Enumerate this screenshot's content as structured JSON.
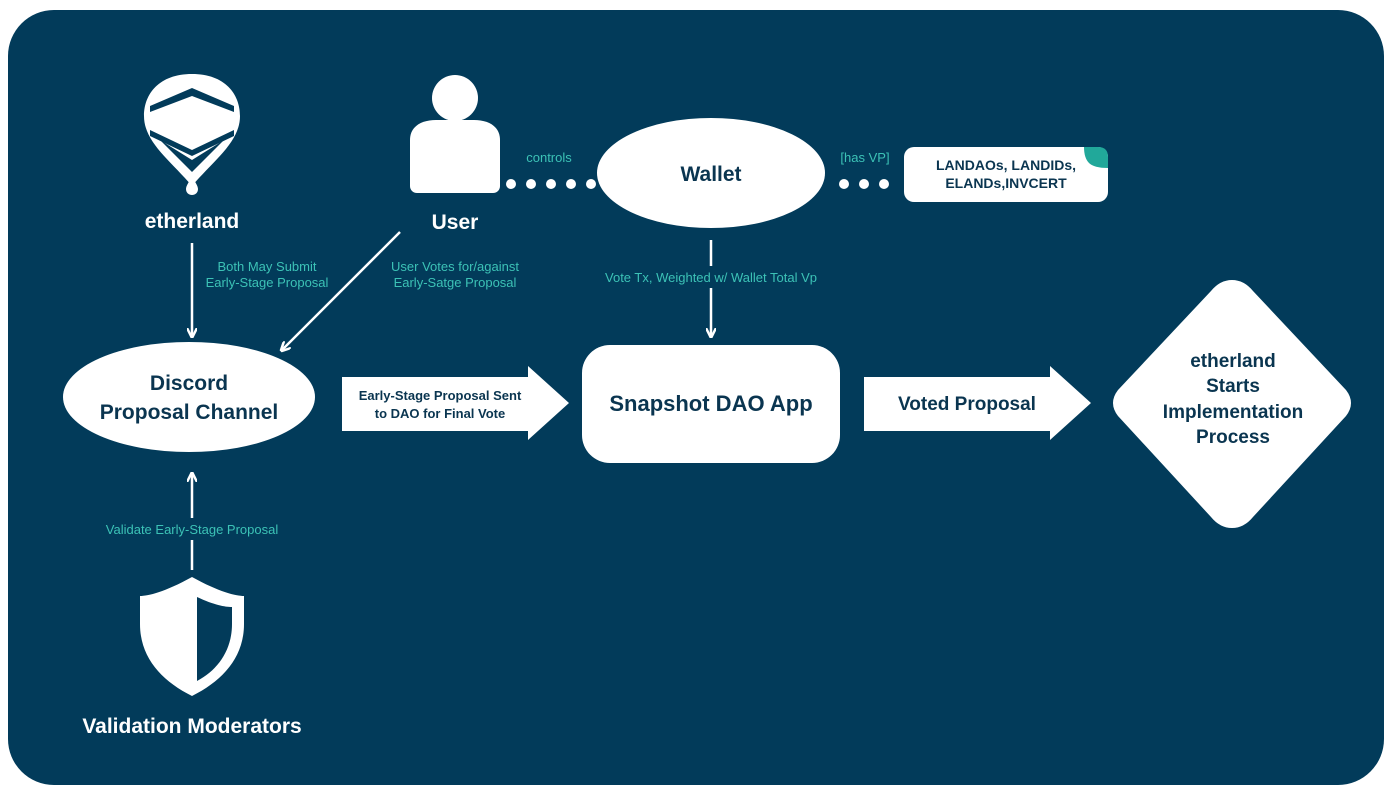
{
  "colors": {
    "background": "#023b5a",
    "node_fill": "#ffffff",
    "node_text": "#0a3550",
    "annotation": "#3cc2b6",
    "accent_corner": "#21a89a"
  },
  "actors": {
    "etherland": {
      "label": "etherland",
      "icon": "etherland-logo-icon"
    },
    "user": {
      "label": "User",
      "icon": "user-icon"
    },
    "moderators": {
      "label": "Validation Moderators",
      "icon": "shield-icon"
    }
  },
  "nodes": {
    "wallet": "Wallet",
    "assets": {
      "line1": "LANDAOs, LANDIDs,",
      "line2": "ELANDs,INVCERT"
    },
    "discord": {
      "line1": "Discord",
      "line2": "Proposal Channel"
    },
    "snapshot": "Snapshot DAO App",
    "implementation": {
      "line1": "etherland",
      "line2": "Starts",
      "line3": "Implementation",
      "line4": "Process"
    }
  },
  "arrows": {
    "early_stage_sent": {
      "line1": "Early-Stage Proposal Sent",
      "line2": "to DAO for Final Vote"
    },
    "voted_proposal": "Voted Proposal"
  },
  "annotations": {
    "controls": "controls",
    "has_vp": "[has VP]",
    "both_submit": {
      "line1": "Both May Submit",
      "line2": "Early-Stage Proposal"
    },
    "user_votes": {
      "line1": "User Votes for/against",
      "line2": "Early-Satge Proposal"
    },
    "vote_tx": "Vote Tx, Weighted w/ Wallet Total Vp",
    "validate": "Validate Early-Stage Proposal"
  }
}
